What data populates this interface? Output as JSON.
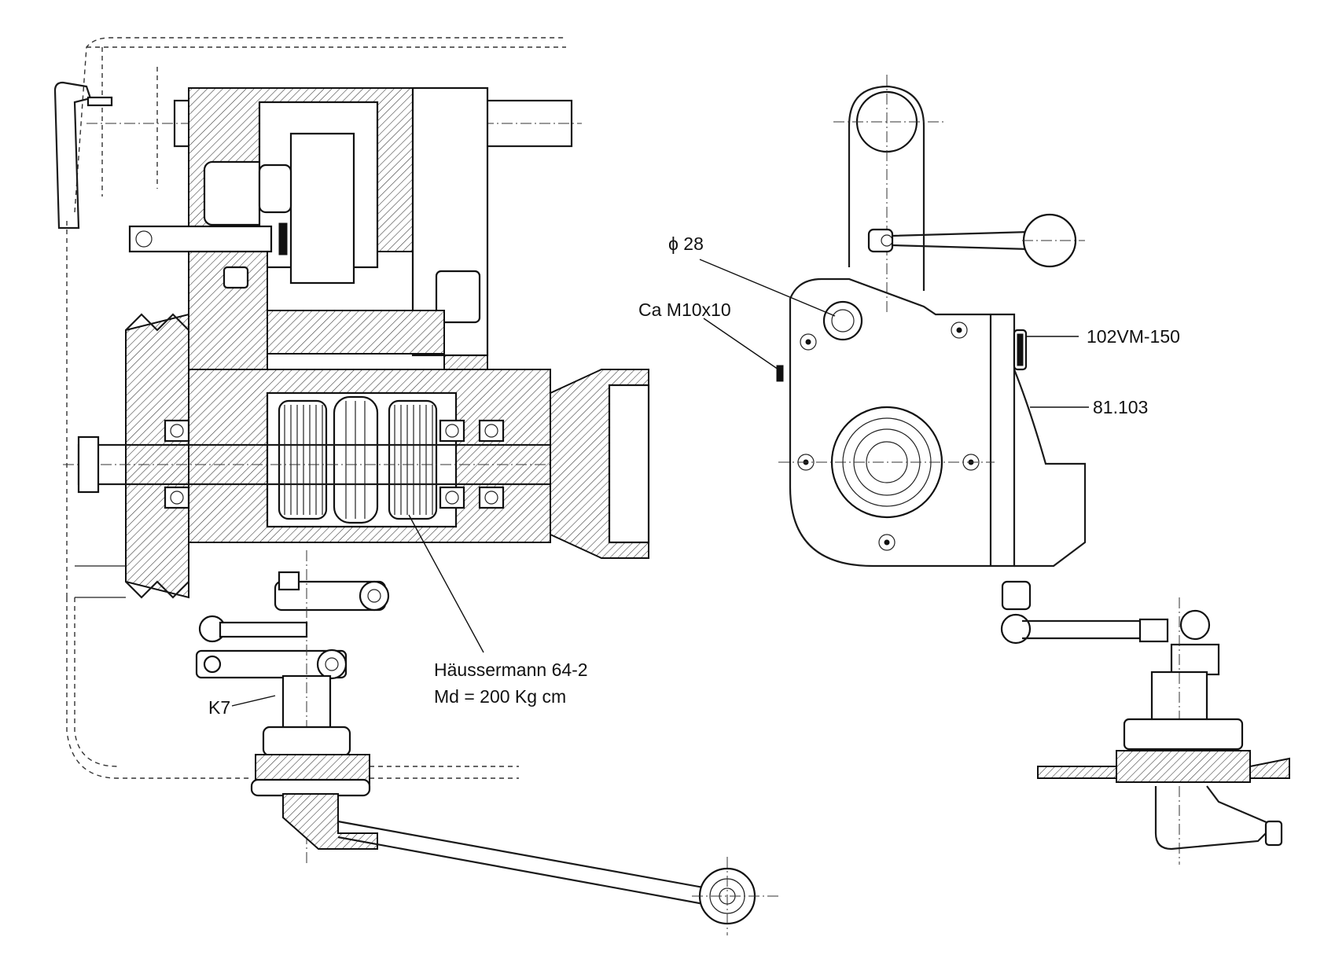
{
  "labels": {
    "phi28": "ϕ 28",
    "ca_m10x10": "Ca M10x10",
    "part_102vm": "102VM-150",
    "part_81103": "81.103",
    "k7": "K7",
    "haussermann_line1": "Häussermann 64-2",
    "haussermann_line2": "Md = 200 Kg cm"
  }
}
